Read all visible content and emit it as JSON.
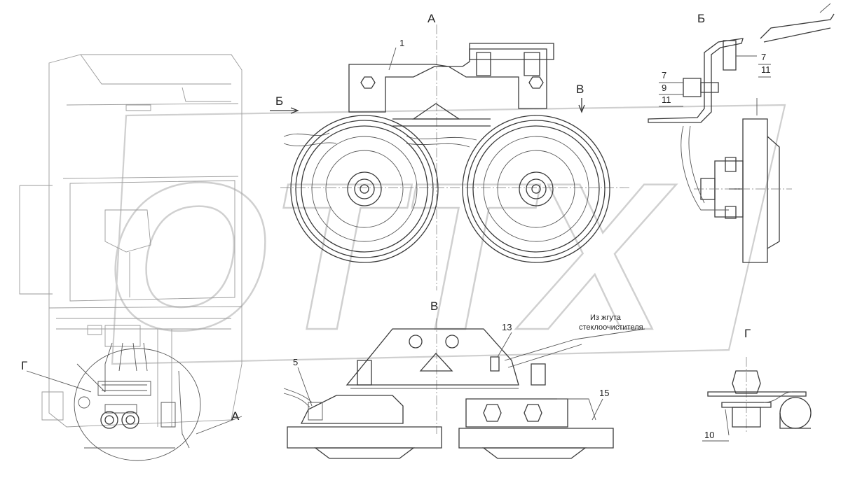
{
  "views": {
    "a": "А",
    "b": "Б",
    "v": "В",
    "g": "Г"
  },
  "refs": {
    "p1": "1",
    "p5": "5",
    "p7a": "7",
    "p7b": "7",
    "p9": "9",
    "p10": "10",
    "p11a": "11",
    "p11b": "11",
    "p13": "13",
    "p15": "15"
  },
  "notes": {
    "wiper_line1": "Из жгута",
    "wiper_line2": "стеклоочистителя"
  },
  "watermark": "OTTX"
}
